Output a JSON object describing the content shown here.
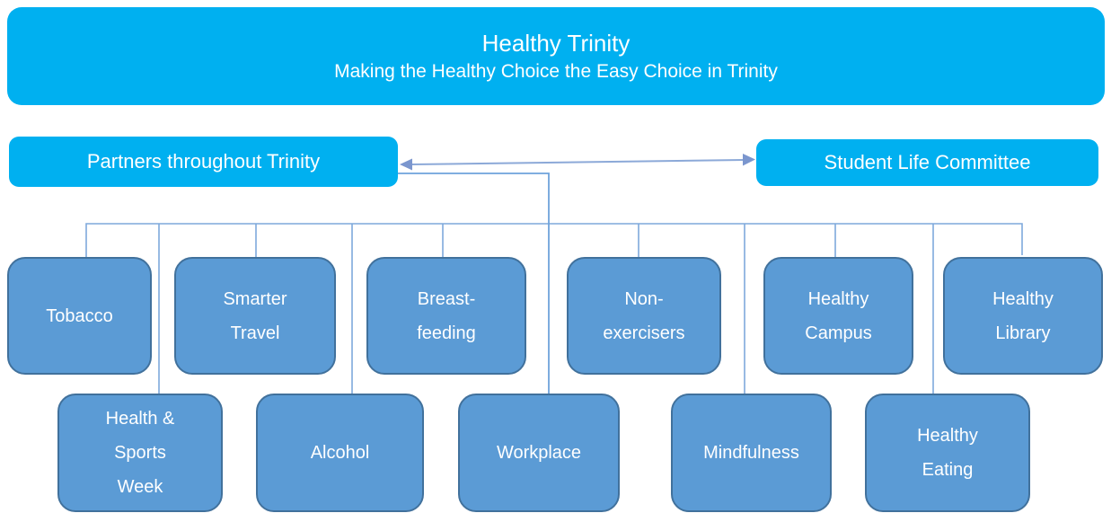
{
  "header": {
    "title": "Healthy Trinity",
    "subtitle": "Making the Healthy Choice the Easy Choice in Trinity"
  },
  "partners": {
    "label": "Partners throughout Trinity"
  },
  "student_life": {
    "label": "Student Life Committee"
  },
  "nodes": [
    {
      "id": "tobacco",
      "label": "Tobacco"
    },
    {
      "id": "smarter-travel",
      "label": "Smarter\nTravel"
    },
    {
      "id": "breastfeeding",
      "label": "Breast-\nfeeding"
    },
    {
      "id": "non-exercisers",
      "label": "Non-\nexercisers"
    },
    {
      "id": "healthy-campus",
      "label": "Healthy\nCampus"
    },
    {
      "id": "healthy-library",
      "label": "Healthy\nLibrary"
    },
    {
      "id": "health-sports-week",
      "label": "Health &\nSports\nWeek"
    },
    {
      "id": "alcohol",
      "label": "Alcohol"
    },
    {
      "id": "workplace",
      "label": "Workplace"
    },
    {
      "id": "mindfulness",
      "label": "Mindfulness"
    },
    {
      "id": "healthy-eating",
      "label": "Healthy\nEating"
    }
  ],
  "colors": {
    "banner_cyan": "#00B0F0",
    "node_fill": "#5B9BD5",
    "node_border": "#41719C",
    "connector_line": "#7FA9DC",
    "arrow_line": "#8CA9D8",
    "arrow_head": "#7B96CE",
    "text": "#FFFFFF"
  }
}
